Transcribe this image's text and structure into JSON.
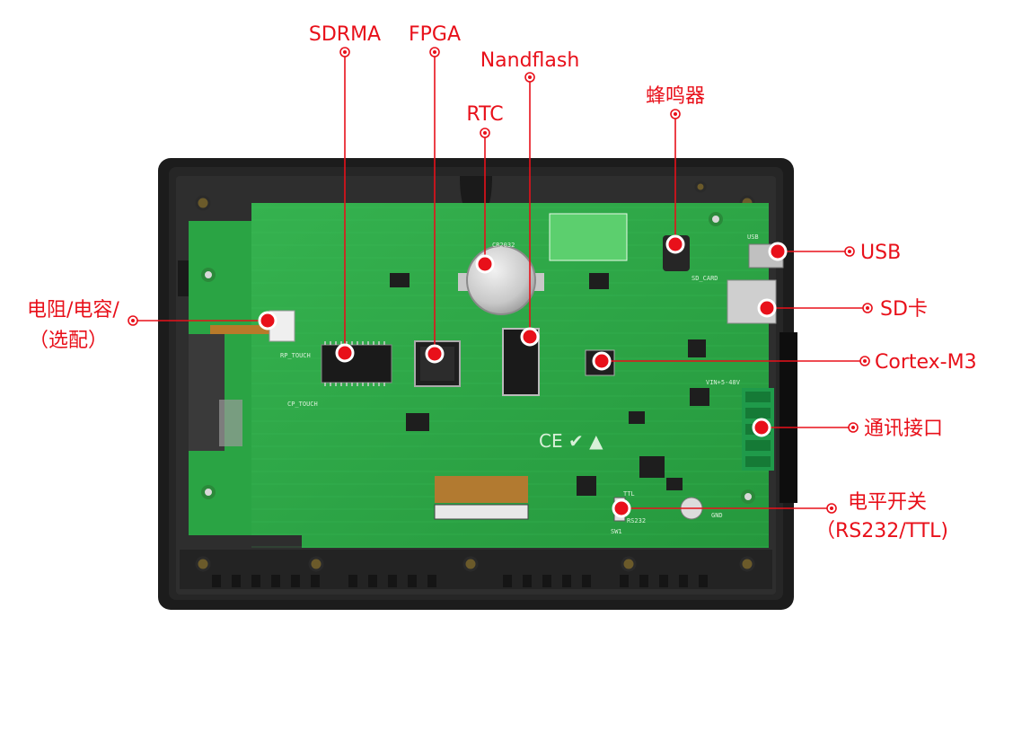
{
  "callouts": [
    {
      "id": "sdrma",
      "label": "SDRMA"
    },
    {
      "id": "fpga",
      "label": "FPGA"
    },
    {
      "id": "nandflash",
      "label": "Nandflash"
    },
    {
      "id": "rtc",
      "label": "RTC"
    },
    {
      "id": "buzzer",
      "label": "蜂鸣器"
    },
    {
      "id": "usb",
      "label": "USB"
    },
    {
      "id": "sd",
      "label": "SD卡"
    },
    {
      "id": "cortex",
      "label": "Cortex-M3"
    },
    {
      "id": "comm",
      "label": "通讯接口"
    },
    {
      "id": "switch",
      "label_line1": "电平开关",
      "label_line2": "（RS232/TTL)"
    },
    {
      "id": "touch",
      "label_line1": "电阻/电容/",
      "label_line2": "（选配）"
    }
  ],
  "board_silkscreen": {
    "battery": "CR2032",
    "rp_touch": "RP_TOUCH",
    "cp_touch": "CP_TOUCH",
    "sd_card": "SD_CARD",
    "ttl": "TTL",
    "rs232": "RS232",
    "vin": "VIN+5-48V",
    "usb": "USB",
    "gnd": "GND",
    "sw": "SW1"
  },
  "colors": {
    "label": "#e8101a",
    "pcb": "#2aa844",
    "enclosure": "#1c1c1c",
    "terminal": "#1f9a4a"
  }
}
